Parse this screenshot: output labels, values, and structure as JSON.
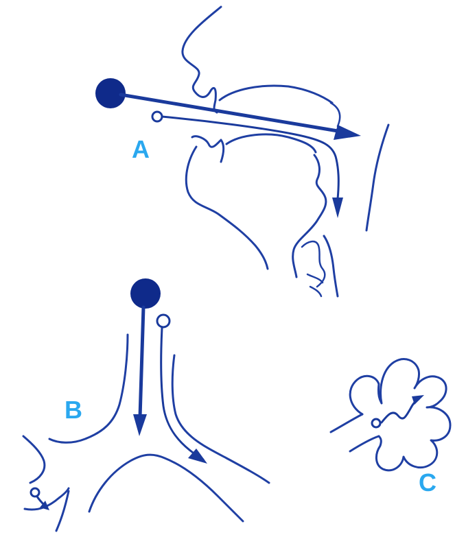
{
  "labels": {
    "a": "A",
    "b": "B",
    "c": "C"
  },
  "colors": {
    "line": "#1f3fa3",
    "label": "#2aa8ef",
    "background": "#ffffff"
  }
}
